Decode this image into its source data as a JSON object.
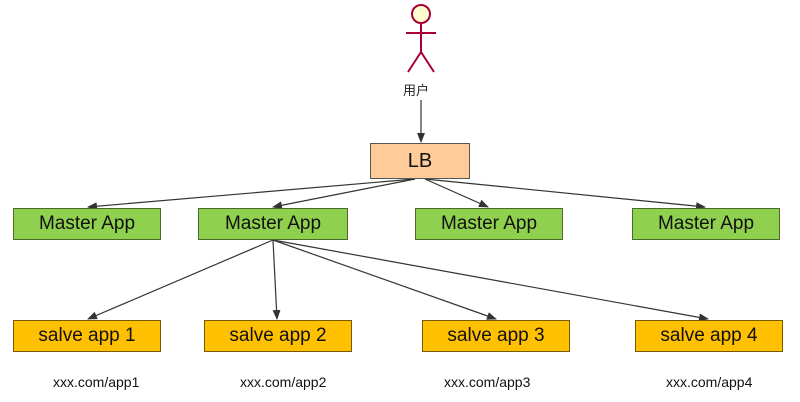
{
  "user": {
    "label": "用户"
  },
  "lb": {
    "label": "LB"
  },
  "masters": [
    {
      "label": "Master App"
    },
    {
      "label": "Master App"
    },
    {
      "label": "Master App"
    },
    {
      "label": "Master App"
    }
  ],
  "slaves": [
    {
      "label": "salve app 1"
    },
    {
      "label": "salve app 2"
    },
    {
      "label": "salve app 3"
    },
    {
      "label": "salve app 4"
    }
  ],
  "urls": [
    {
      "label": "xxx.com/app1"
    },
    {
      "label": "xxx.com/app2"
    },
    {
      "label": "xxx.com/app3"
    },
    {
      "label": "xxx.com/app4"
    }
  ],
  "colors": {
    "lb": "#FFCC99",
    "master": "#8FD14F",
    "slave": "#FFC000",
    "actor": "#A80036"
  }
}
